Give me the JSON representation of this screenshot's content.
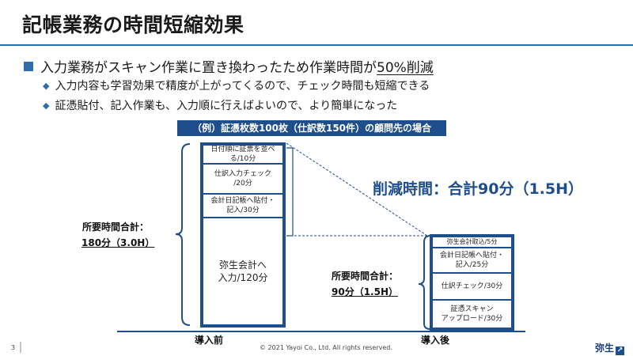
{
  "title": "記帳業務の時間短縮効果",
  "bullets": {
    "main_prefix": "入力業務がスキャン作業に置き換わったため作業時間が",
    "main_emphasis": "50%削減",
    "sub": [
      "入力内容も学習効果で精度が上がってくるので、チェック時間も短縮できる",
      "証憑貼付、記入作業も、入力順に行えばよいので、より簡単になった"
    ]
  },
  "banner": "（例）証憑枚数100枚（仕訳数150件）の顧問先の場合",
  "reduction": "削減時間：合計90分（1.5H）",
  "before": {
    "axis_label": "導入前",
    "total_label": "所要時間合計：",
    "total_value": "180分（3.0H）",
    "boxes": [
      {
        "line1": "日付順に証票を並べる/10分",
        "line2": ""
      },
      {
        "line1": "仕訳入力チェック",
        "line2": "/20分"
      },
      {
        "line1": "会計日記帳へ貼付・",
        "line2": "記入/30分"
      },
      {
        "line1": "弥生会計へ",
        "line2": "入力/120分"
      }
    ]
  },
  "after": {
    "axis_label": "導入後",
    "total_label": "所要時間合計：",
    "total_value": "90分（1.5H）",
    "boxes": [
      {
        "line1": "弥生会計取込/5分",
        "line2": ""
      },
      {
        "line1": "会計日記帳へ貼付・",
        "line2": "記入/25分"
      },
      {
        "line1": "仕訳チェック/30分",
        "line2": ""
      },
      {
        "line1": "証憑スキャン",
        "line2": "アップロード/30分"
      }
    ]
  },
  "footer": {
    "page": "3",
    "copyright": "© 2021 Yayoi Co., Ltd. All rights reserved.",
    "logo": "弥生"
  },
  "colors": {
    "accent": "#2e6eaa",
    "navy": "#1f4e8c"
  }
}
